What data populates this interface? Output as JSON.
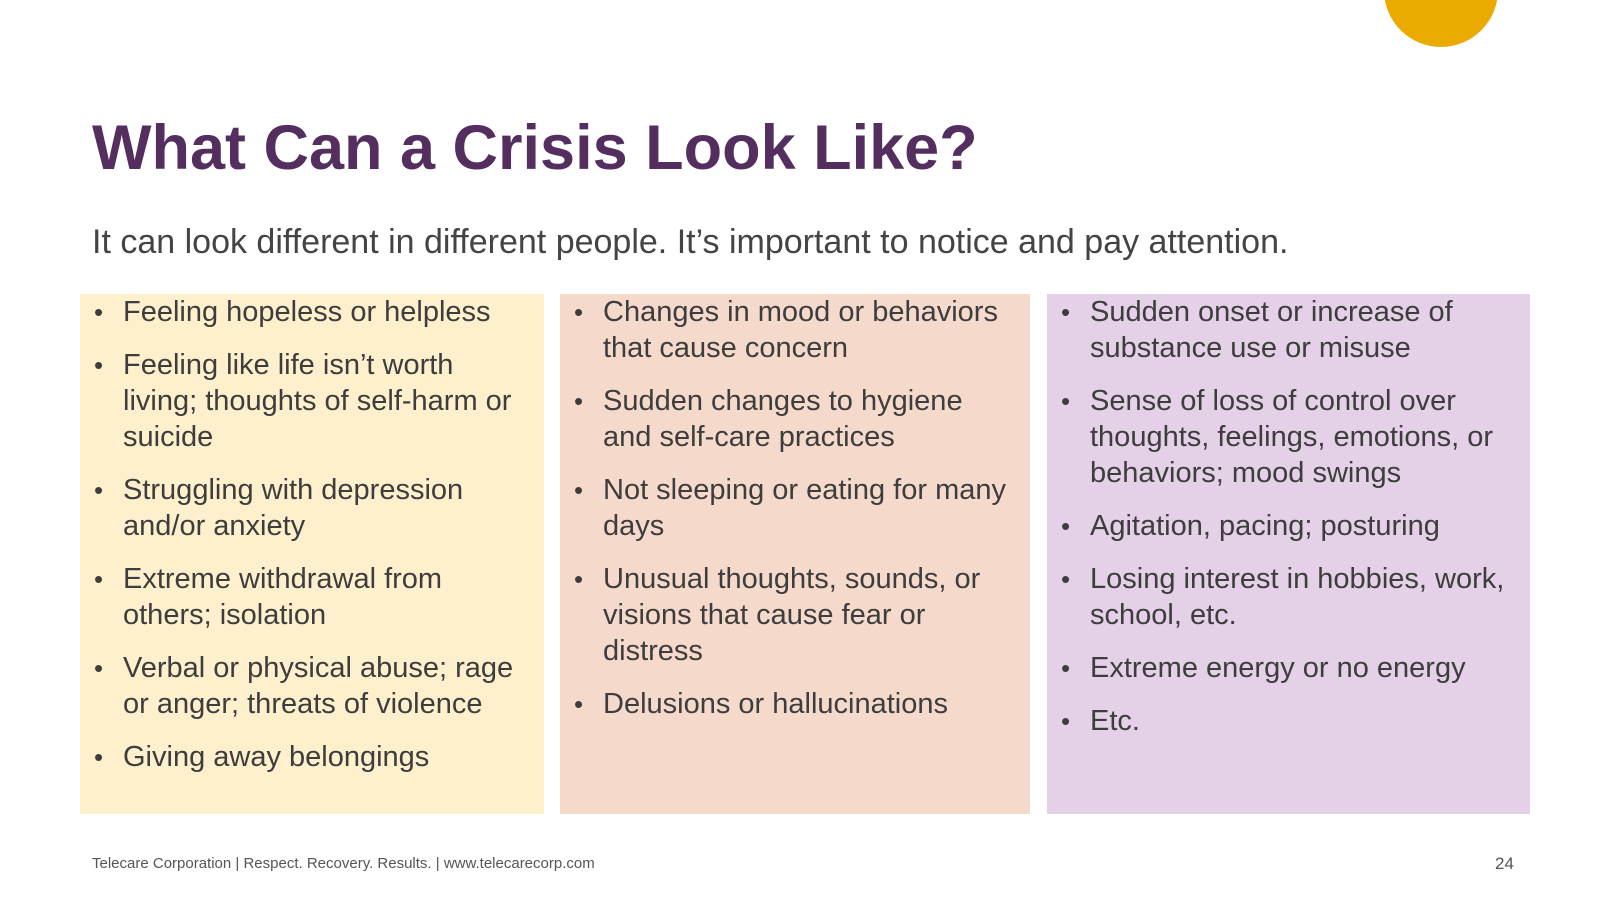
{
  "slide": {
    "title": "What Can a Crisis Look Like?",
    "subtitle": "It can look different in different people. It’s important to notice and pay attention.",
    "colors": {
      "title": "#532E5F",
      "accent_circle": "#EBAA00",
      "column_1_bg": "#FEF0CC",
      "column_2_bg": "#F5DACC",
      "column_3_bg": "#E4D0E7"
    },
    "bullet_glyph": "•",
    "columns": [
      {
        "items": [
          "Feeling hopeless or helpless",
          "Feeling like life isn’t worth living; thoughts of self-harm or suicide",
          "Struggling with depression and/or anxiety",
          "Extreme withdrawal from others; isolation",
          "Verbal or physical abuse; rage or anger; threats of violence",
          "Giving away belongings"
        ]
      },
      {
        "items": [
          "Changes in mood or behaviors that cause concern",
          "Sudden changes to hygiene and self-care practices",
          "Not sleeping or eating for many days",
          "Unusual thoughts, sounds, or visions that cause fear or distress",
          "Delusions or hallucinations"
        ]
      },
      {
        "items": [
          "Sudden onset or increase of substance use or misuse",
          "Sense of loss of control over thoughts, feelings, emotions, or behaviors; mood swings",
          "Agitation, pacing; posturing",
          "Losing interest in hobbies, work, school, etc.",
          "Extreme energy or no energy",
          "Etc."
        ]
      }
    ]
  },
  "footer": {
    "text": "Telecare Corporation | Respect. Recovery. Results. | www.telecarecorp.com",
    "page_number": "24"
  }
}
